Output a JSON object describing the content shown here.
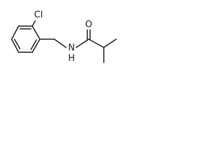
{
  "molecule": {
    "atoms": {
      "chlorine": "Cl",
      "nitrogen": "N",
      "hydrogen": "H",
      "oxygen": "O"
    }
  }
}
